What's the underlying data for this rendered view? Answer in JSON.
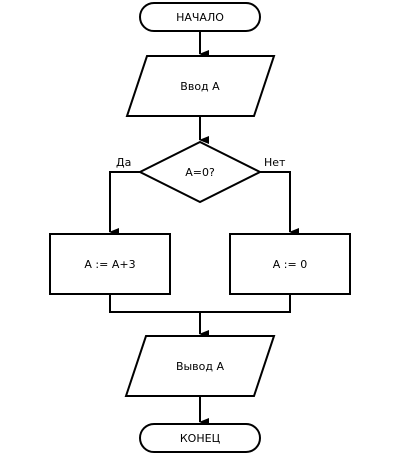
{
  "flowchart": {
    "start_label": "НАЧАЛО",
    "input_label": "Ввод A",
    "condition_label": "A=0?",
    "yes_label": "Да",
    "no_label": "Нет",
    "yes_action_label": "A := A+3",
    "no_action_label": "A := 0",
    "output_label": "Вывод A",
    "end_label": "КОНЕЦ"
  }
}
